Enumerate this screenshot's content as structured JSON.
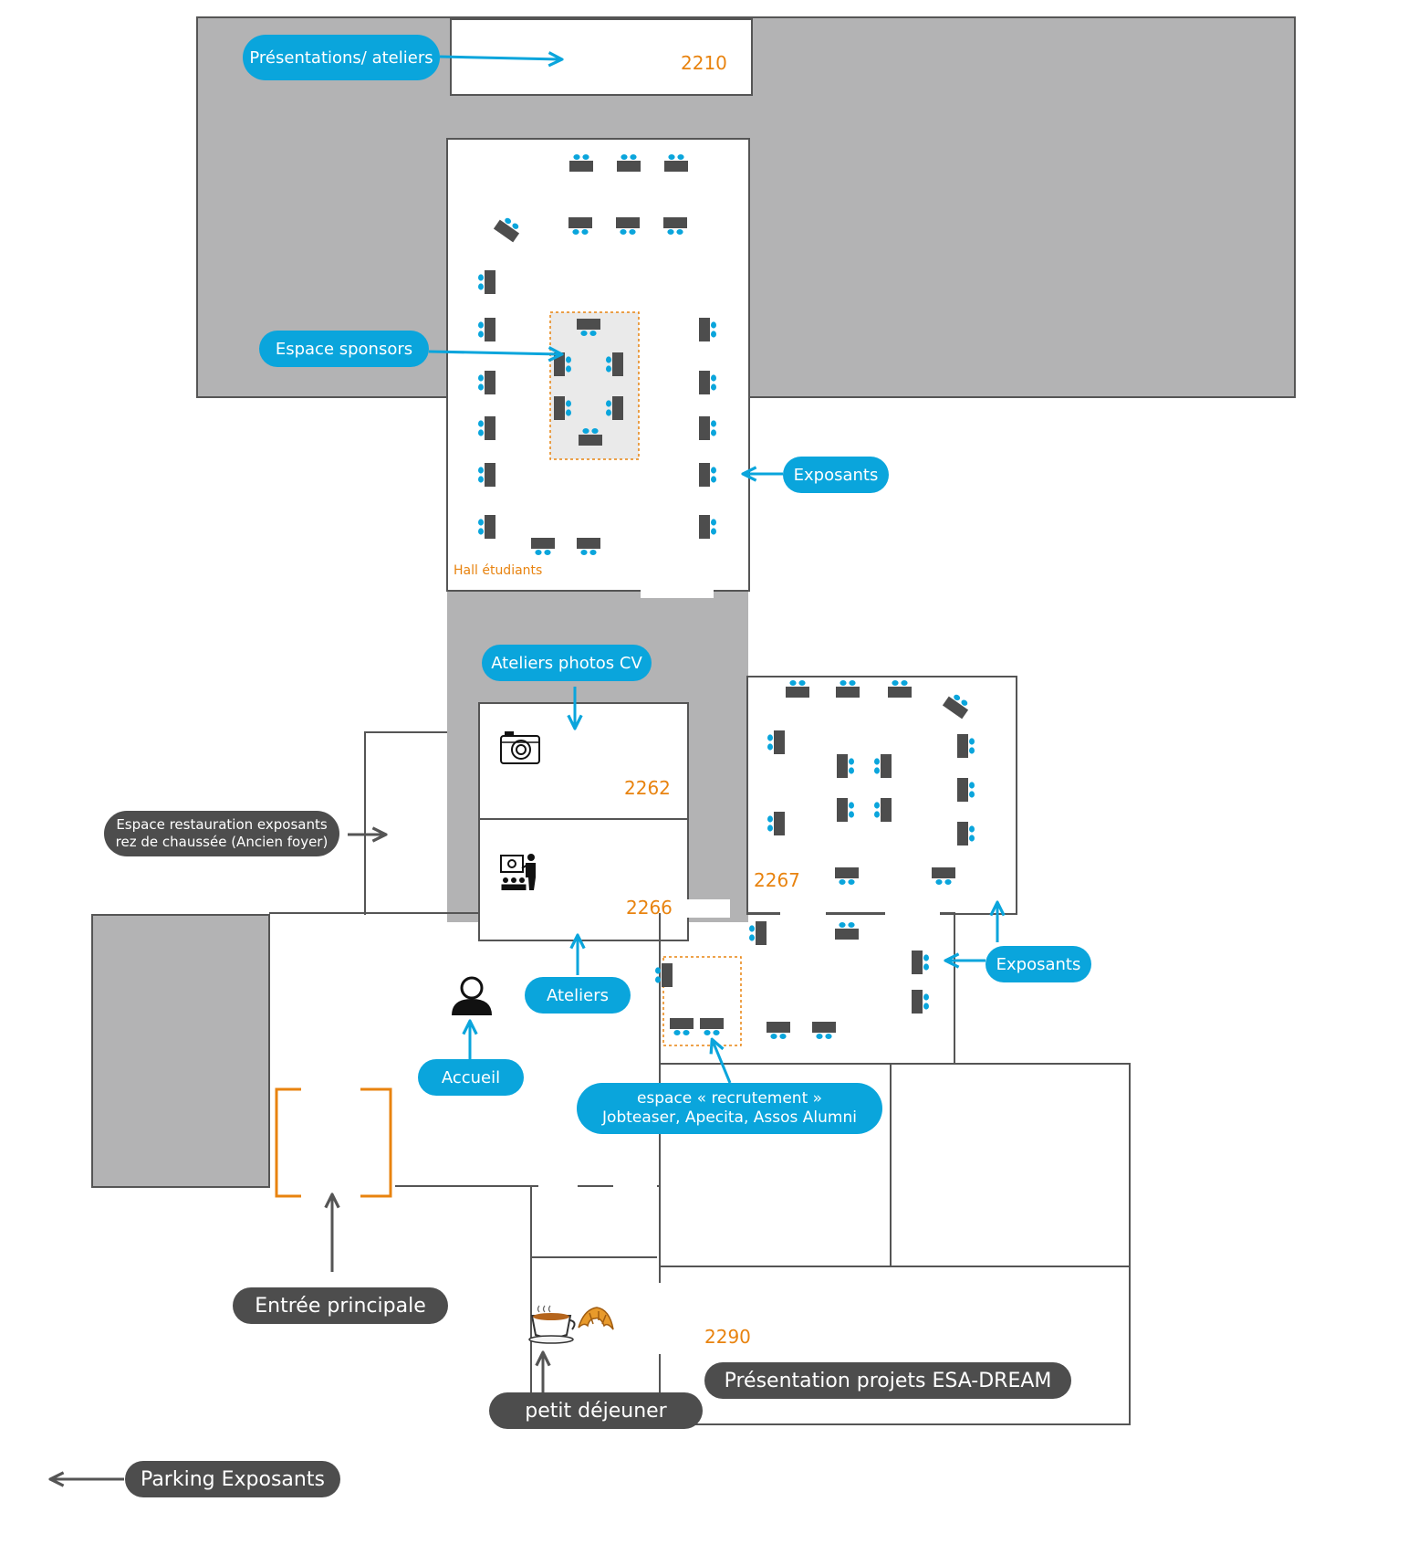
{
  "room_numbers": {
    "r2210": "2210",
    "r2262": "2262",
    "r2266": "2266",
    "r2267": "2267",
    "r2290": "2290"
  },
  "hall_label": "Hall étudiants",
  "callouts": {
    "presentations": "Présentations/ ateliers",
    "sponsors": "Espace sponsors",
    "exposants_hall": "Exposants",
    "ateliers_photos": "Ateliers photos CV",
    "restauration_line1": "Espace restauration exposants",
    "restauration_line2": "rez de chaussée (Ancien foyer)",
    "ateliers": "Ateliers",
    "accueil": "Accueil",
    "exposants_east": "Exposants",
    "recrutement_line1": "espace « recrutement »",
    "recrutement_line2": "Jobteaser, Apecita, Assos Alumni",
    "entree": "Entrée principale",
    "petit_dejeuner": "petit déjeuner",
    "esa_dream": "Présentation projets ESA-DREAM",
    "parking": "Parking Exposants"
  },
  "icons": [
    "camera-icon",
    "presenter-icon",
    "person-icon",
    "coffee-cup-icon",
    "croissant-icon",
    "exhibitor-table-icon"
  ],
  "colors": {
    "building_gray": "#b3b3b4",
    "wall": "#555555",
    "callout_blue": "#0aa5dc",
    "callout_dark": "#4d4d4d",
    "room_number_orange": "#e8830f",
    "table_dark": "#4d4d4d",
    "chair_blue": "#0aa5dc",
    "sponsor_area": "#eaeaea"
  }
}
